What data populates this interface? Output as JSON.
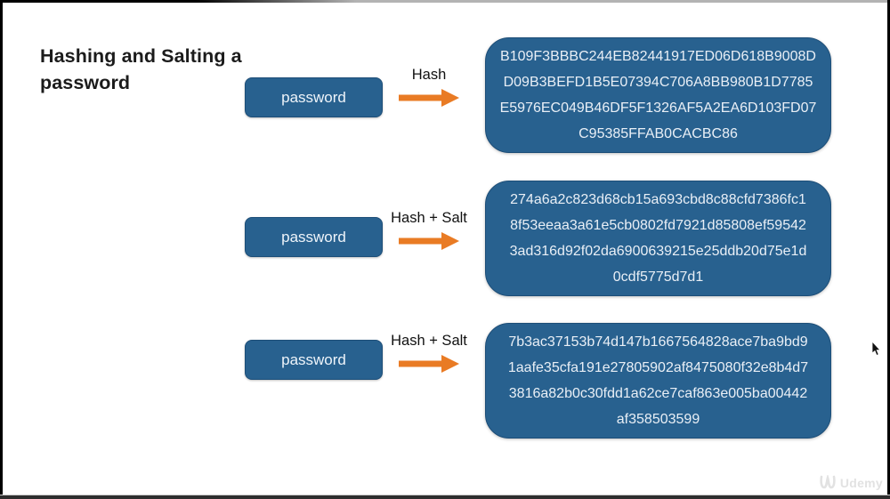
{
  "slide": {
    "title": "Hashing and Salting a password"
  },
  "rows": [
    {
      "input_label": "password",
      "operation_label": "Hash",
      "output_hash": "B109F3BBBC244EB82441917ED06D618B9008D\nD09B3BEFD1B5E07394C706A8BB980B1D7785\nE5976EC049B46DF5F1326AF5A2EA6D103FD07\nC95385FFAB0CACBC86"
    },
    {
      "input_label": "password",
      "operation_label": "Hash + Salt",
      "output_hash": "274a6a2c823d68cb15a693cbd8c88cfd7386fc1\n8f53eeaa3a61e5cb0802fd7921d85808ef59542\n3ad316d92f02da6900639215e25ddb20d75e1d\n0cdf5775d7d1"
    },
    {
      "input_label": "password",
      "operation_label": "Hash + Salt",
      "output_hash": "7b3ac37153b74d147b1667564828ace7ba9bd9\n1aafe35cfa191e27805902af8475080f32e8b4d7\n3816a82b0c30fdd1a62ce7caf863e005ba00442\naf358503599"
    }
  ],
  "watermark": {
    "brand": "Udemy"
  },
  "colors": {
    "box_blue": "#28618f",
    "arrow_orange": "#e97b24",
    "hash_text": "#e9eff6",
    "title_text": "#1b1b1b"
  }
}
